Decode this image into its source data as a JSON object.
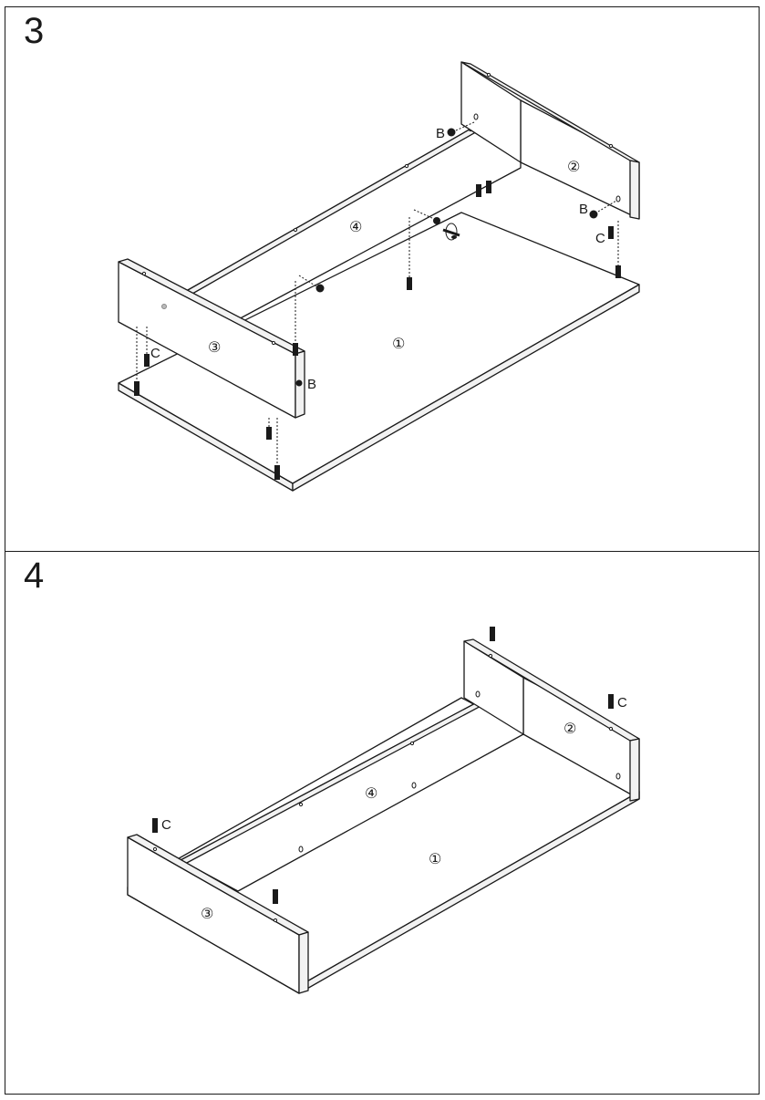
{
  "steps": [
    {
      "number": "3",
      "parts": [
        "①",
        "②",
        "③",
        "④"
      ],
      "hardware": [
        "B",
        "B",
        "B",
        "C",
        "C"
      ]
    },
    {
      "number": "4",
      "parts": [
        "①",
        "②",
        "③",
        "④"
      ],
      "hardware": [
        "C",
        "C"
      ]
    }
  ],
  "icons": [
    "dowel-icon",
    "cam-lock-icon",
    "cam-bolt-icon"
  ]
}
